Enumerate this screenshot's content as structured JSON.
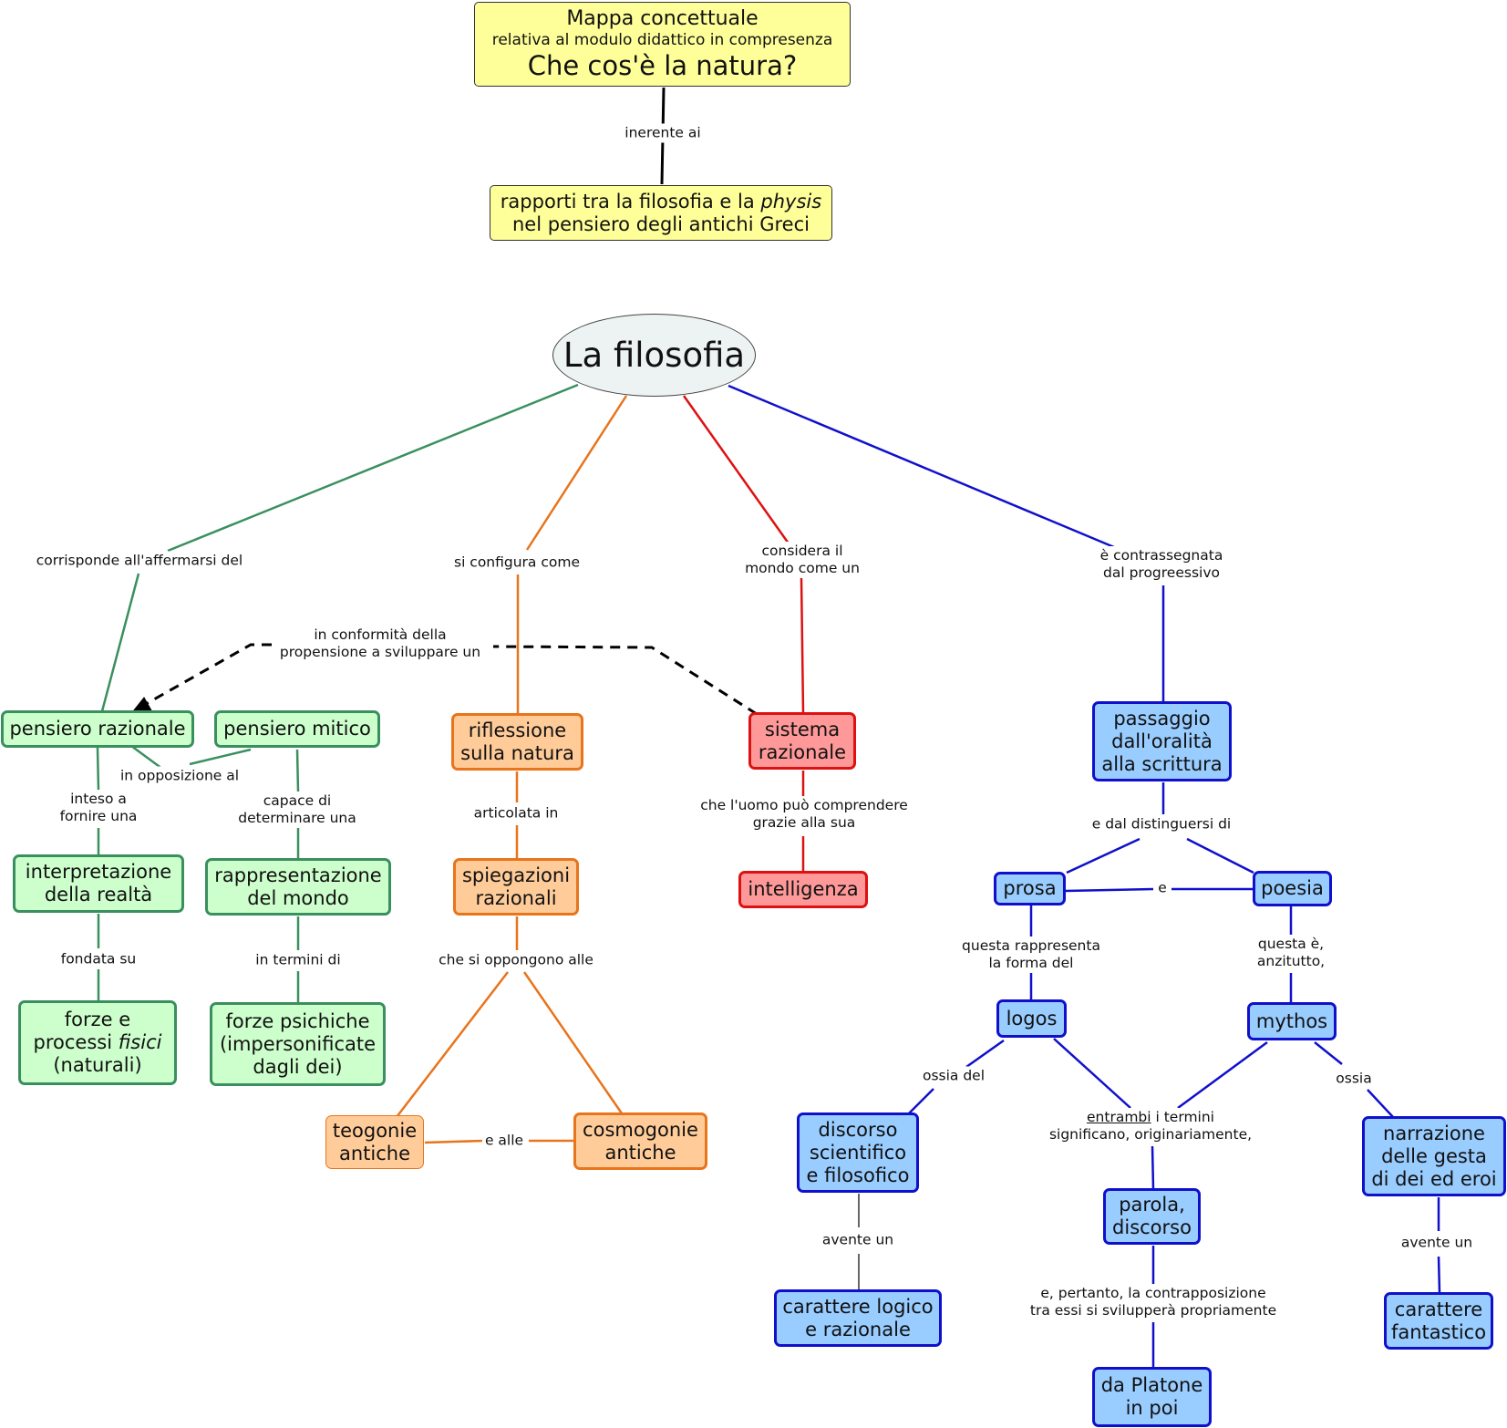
{
  "title_box": {
    "line1": "Mappa concettuale",
    "line2": "relativa al modulo didattico in compresenza",
    "line3": "Che cos'è la natura?"
  },
  "subtitle_box": {
    "line1_pre": "rapporti tra la filosofia e la ",
    "line1_em": "physis",
    "line2": "nel pensiero degli antichi Greci"
  },
  "central_node": "La filosofia",
  "nodes": {
    "pensiero_razionale": "pensiero razionale",
    "pensiero_mitico": "pensiero mitico",
    "interpretazione": [
      "interpretazione",
      "della realtà"
    ],
    "rappresentazione": [
      "rappresentazione",
      "del mondo"
    ],
    "forze_processi": {
      "line1": "forze e",
      "line2_pre": "processi ",
      "line2_em": "fisici",
      "line3": "(naturali)"
    },
    "forze_psichiche": [
      "forze psichiche",
      "(impersonificate",
      "dagli dei)"
    ],
    "riflessione": [
      "riflessione",
      "sulla natura"
    ],
    "spiegazioni": [
      "spiegazioni",
      "razionali"
    ],
    "teogonie": [
      "teogonie",
      "antiche"
    ],
    "cosmogonie": [
      "cosmogonie",
      "antiche"
    ],
    "sistema": [
      "sistema",
      "razionale"
    ],
    "intelligenza": "intelligenza",
    "passaggio": [
      "passaggio",
      "dall'oralità",
      "alla scrittura"
    ],
    "prosa": "prosa",
    "poesia": "poesia",
    "logos": "logos",
    "mythos": "mythos",
    "discorso": [
      "discorso",
      "scientifico",
      "e filosofico"
    ],
    "parola": [
      "parola,",
      "discorso"
    ],
    "narrazione": [
      "narrazione",
      "delle gesta",
      "di dei ed eroi"
    ],
    "carattere_logico": [
      "carattere logico",
      "e razionale"
    ],
    "da_platone": [
      "da Platone",
      "in poi"
    ],
    "carattere_fantastico": [
      "carattere",
      "fantastico"
    ]
  },
  "link_labels": {
    "inerente": "inerente ai",
    "corrisponde": "corrisponde all'affermarsi del",
    "configura": "si configura come",
    "considera": [
      "considera il",
      "mondo come un"
    ],
    "contrassegnata": [
      "è contrassegnata",
      "dal progreessivo"
    ],
    "conformita": [
      "in conformità della",
      "propensione a sviluppare un"
    ],
    "opposizione": "in opposizione al",
    "inteso": [
      "inteso a",
      "fornire una"
    ],
    "capace": [
      "capace di",
      "determinare una"
    ],
    "fondata": "fondata su",
    "termini": "in termini di",
    "articolata": "articolata in",
    "oppongono": "che si oppongono alle",
    "e_alle": "e alle",
    "uomo": [
      "che l'uomo può comprendere",
      "grazie alla sua"
    ],
    "distinguersi": "e dal distinguersi di",
    "e": "e",
    "rappresenta": [
      "questa rappresenta",
      "la forma del"
    ],
    "questa_e": [
      "questa è,",
      "anzitutto,"
    ],
    "ossia_del": "ossia del",
    "entrambi_u": "entrambi",
    "entrambi_rest": " i termini",
    "entrambi_line2": "significano, originariamente,",
    "ossia": "ossia",
    "avente_1": "avente un",
    "avente_2": "avente un",
    "pertanto": [
      "e, pertanto, la contrapposizione",
      "tra essi si svilupperà propriamente"
    ]
  },
  "colors": {
    "green": "#3a8f5f",
    "orange": "#e8741c",
    "red": "#dd1111",
    "blue": "#1010cc",
    "black": "#000000"
  }
}
